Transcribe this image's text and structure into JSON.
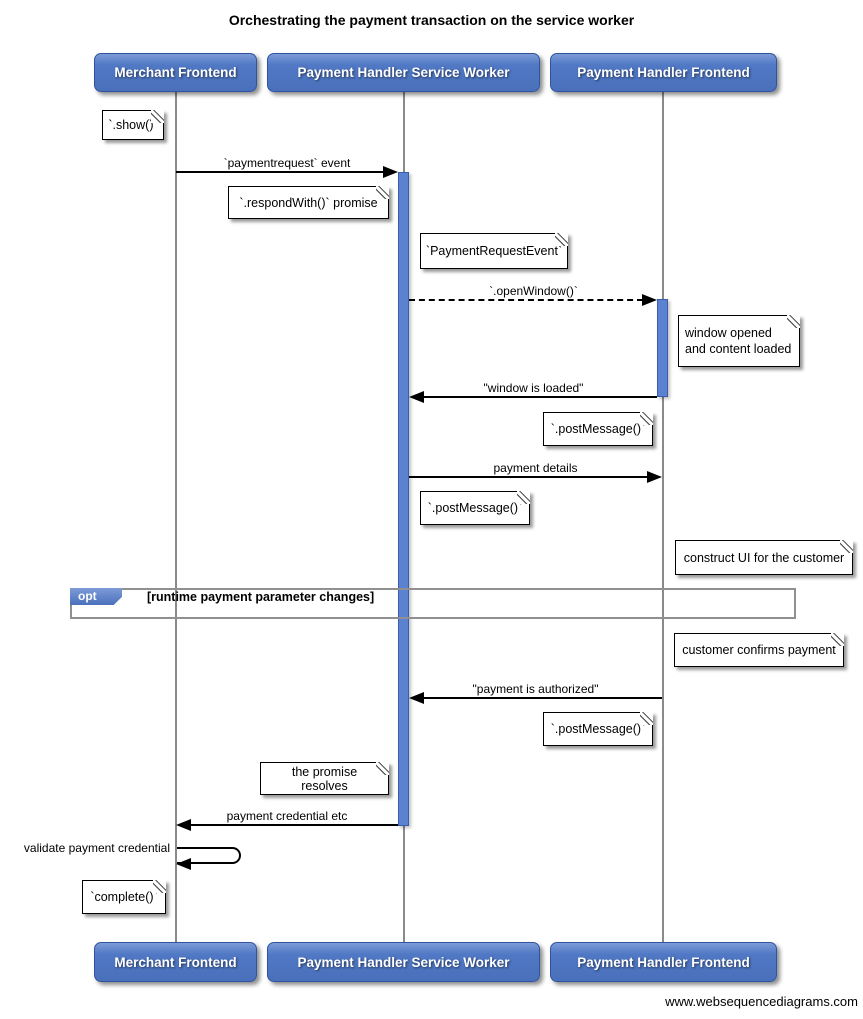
{
  "title": "Orchestrating the payment transaction on the service worker",
  "footer": "www.websequencediagrams.com",
  "actors": [
    {
      "label": "Merchant Frontend"
    },
    {
      "label": "Payment Handler Service Worker"
    },
    {
      "label": "Payment Handler Frontend"
    }
  ],
  "messages": [
    {
      "label": "`paymentrequest` event",
      "type": "solid",
      "direction": "right"
    },
    {
      "label": "`.openWindow()`",
      "type": "dashed",
      "direction": "right"
    },
    {
      "label": "\"window is loaded\"",
      "type": "solid",
      "direction": "left"
    },
    {
      "label": "payment details",
      "type": "solid",
      "direction": "right"
    },
    {
      "label": "\"payment is authorized\"",
      "type": "solid",
      "direction": "left"
    },
    {
      "label": "payment credential etc",
      "type": "solid",
      "direction": "left"
    },
    {
      "label": "validate payment credential",
      "type": "solid",
      "direction": "self"
    }
  ],
  "notes": [
    {
      "text": "`.show()`"
    },
    {
      "text": "`.respondWith()` promise"
    },
    {
      "text": "`PaymentRequestEvent`"
    },
    {
      "lines": [
        "window opened",
        "and content loaded"
      ]
    },
    {
      "text": "`.postMessage()`"
    },
    {
      "text": "`.postMessage()`"
    },
    {
      "text": "construct UI for the customer"
    },
    {
      "text": "customer confirms payment"
    },
    {
      "text": "`.postMessage()`"
    },
    {
      "text": "the promise resolves"
    },
    {
      "text": "`complete()`"
    }
  ],
  "fragment": {
    "operator": "opt",
    "guard": "[runtime payment parameter changes]"
  },
  "colors": {
    "actor_fill": "#4a70bb",
    "activation_fill": "#5b82d0",
    "lifeline": "#8a8a8a",
    "fragment_border": "#909090"
  }
}
